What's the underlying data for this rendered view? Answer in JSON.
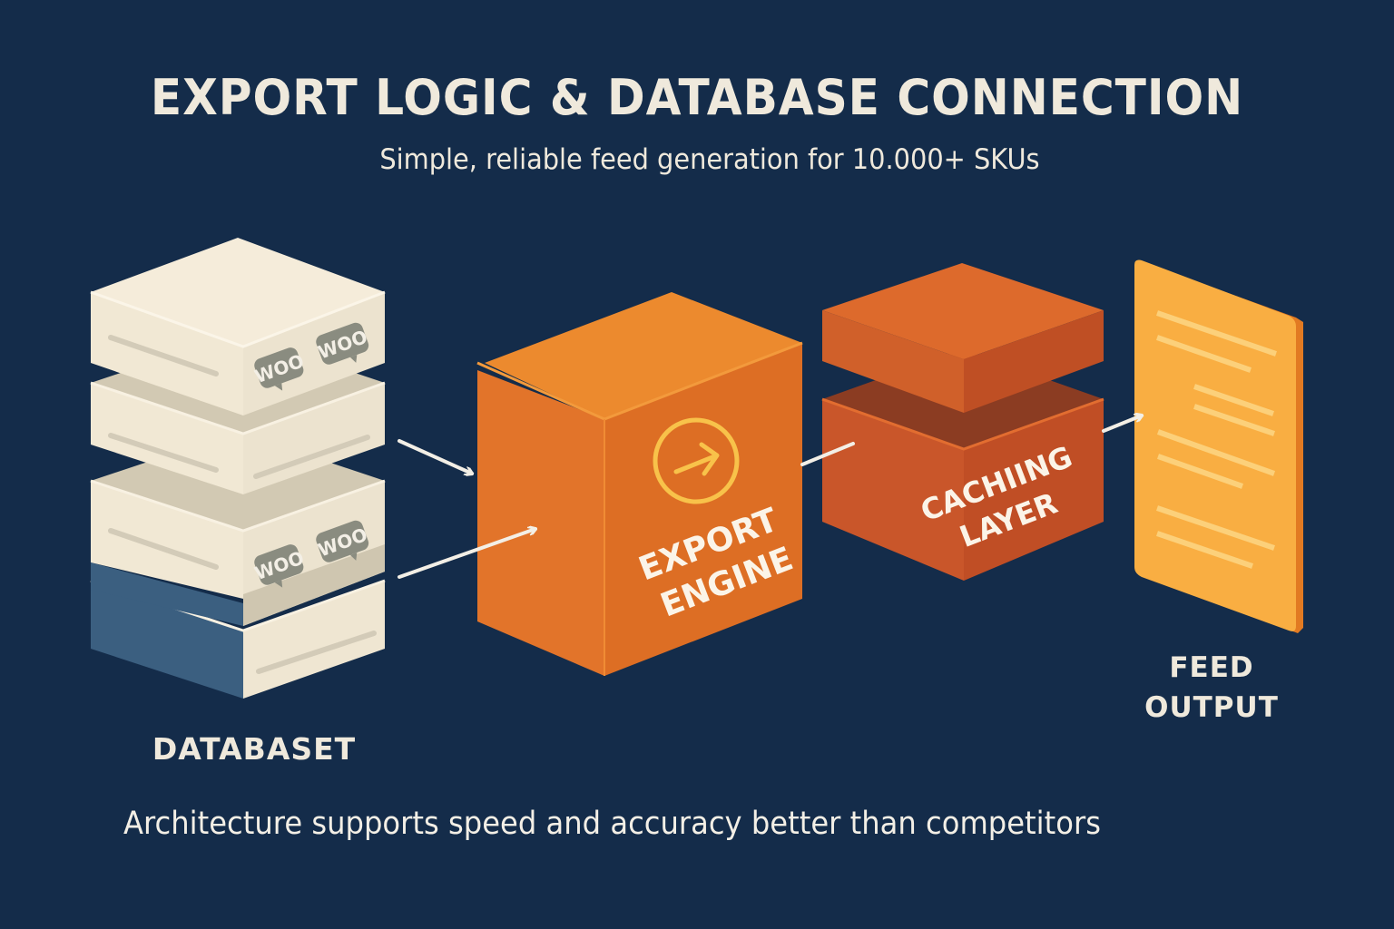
{
  "header": {
    "title": "EXPORT LOGIC & DATABASE CONNECTION",
    "subtitle": "Simple, reliable feed generation for 10.000+ SKUs"
  },
  "components": {
    "database": {
      "label": "DATABASET",
      "badge_text": "WOO",
      "badge_icon": "woocommerce-logo-icon"
    },
    "export_engine": {
      "label_line1": "EXPORT",
      "label_line2": "ENGINE",
      "icon": "arrow-right-circle-icon"
    },
    "caching_layer": {
      "label_line1": "CACHIING",
      "label_line2": "LAYER"
    },
    "feed_output": {
      "label_line1": "FEED",
      "label_line2": "OUTPUT",
      "icon": "document-icon"
    }
  },
  "connections": [
    {
      "from": "database",
      "to": "export_engine"
    },
    {
      "from": "database",
      "to": "export_engine"
    },
    {
      "from": "export_engine",
      "to": "caching_layer"
    },
    {
      "from": "caching_layer",
      "to": "feed_output"
    }
  ],
  "footer": {
    "text": "Architecture supports speed and accuracy better than competitors"
  },
  "colors": {
    "background": "#142c4a",
    "text": "#efe9dc",
    "database": "#f2e9d6",
    "database_accent": "#3b5f80",
    "export_engine": "#e8782a",
    "caching_layer": "#c9552a",
    "feed_output": "#f9ae42"
  }
}
